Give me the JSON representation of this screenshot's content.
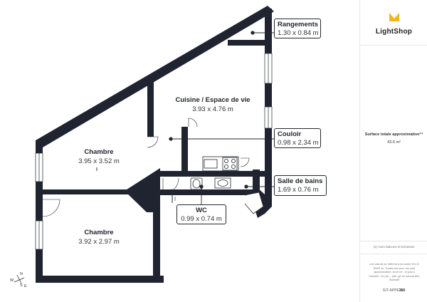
{
  "brand": {
    "name": "LightShop",
    "logo_icon": "lightshop-logo-icon",
    "accent_color": "#f2b619"
  },
  "colors": {
    "wall": "#1f2430",
    "line": "#23272e"
  },
  "rooms": {
    "rangements": {
      "name": "Rangements",
      "dims": "1.30 x 0.84 m"
    },
    "cuisine": {
      "name": "Cuisine / Espace de vie",
      "dims": "3.93 x 4.76 m"
    },
    "couloir": {
      "name": "Couloir",
      "dims": "0.98 x 2.34 m"
    },
    "chambre1": {
      "name": "Chambre",
      "dims": "3.95 x 3.52 m"
    },
    "salle_de_bains": {
      "name": "Salle de bains",
      "dims": "1.69 x 0.76 m"
    },
    "wc": {
      "name": "WC",
      "dims": "0.99 x 0.74 m"
    },
    "chambre2": {
      "name": "Chambre",
      "dims": "3.92 x 2.97 m"
    }
  },
  "compass": {
    "n": "N",
    "s": "S",
    "w": "W",
    "e": "E",
    "icon": "compass-icon"
  },
  "sidebar": {
    "surface_label": "Surface totale approximative⁽¹⁾",
    "surface_value": "43.6 m²",
    "footnote": "(1) Hors balcons et terrasses",
    "disclaimer": [
      "Les calculs se réfèrent à la norme EvCG",
      "IPMS 3c. Toutes les mes..res sont",
      "approximative..es et ne ..nt pas à",
      "l'échelle. Ce pla..., pièl..ge ne saurait être",
      "illustratif"
    ],
    "footer_prefix": "GIT-APPE",
    "footer_suffix": "360"
  }
}
